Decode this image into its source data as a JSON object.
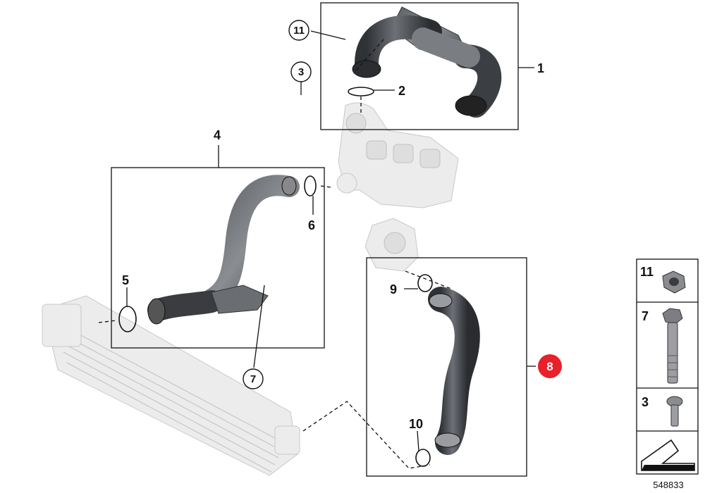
{
  "labels": {
    "part_1": "1",
    "part_2": "2",
    "part_4": "4",
    "part_6": "6",
    "part_5": "5",
    "part_9": "9",
    "part_10": "10",
    "part_8": "8",
    "circled_11": "11",
    "circled_3": "3",
    "circled_7": "7"
  },
  "legend": {
    "items": [
      {
        "number": "11",
        "icon": "nut-icon"
      },
      {
        "number": "7",
        "icon": "bolt-icon"
      },
      {
        "number": "3",
        "icon": "screw-icon"
      }
    ]
  },
  "diagram_id": "548833",
  "colors": {
    "highlight": "#e8202a",
    "hose": "#4a4d52",
    "ghost": "#e6e6e6"
  }
}
